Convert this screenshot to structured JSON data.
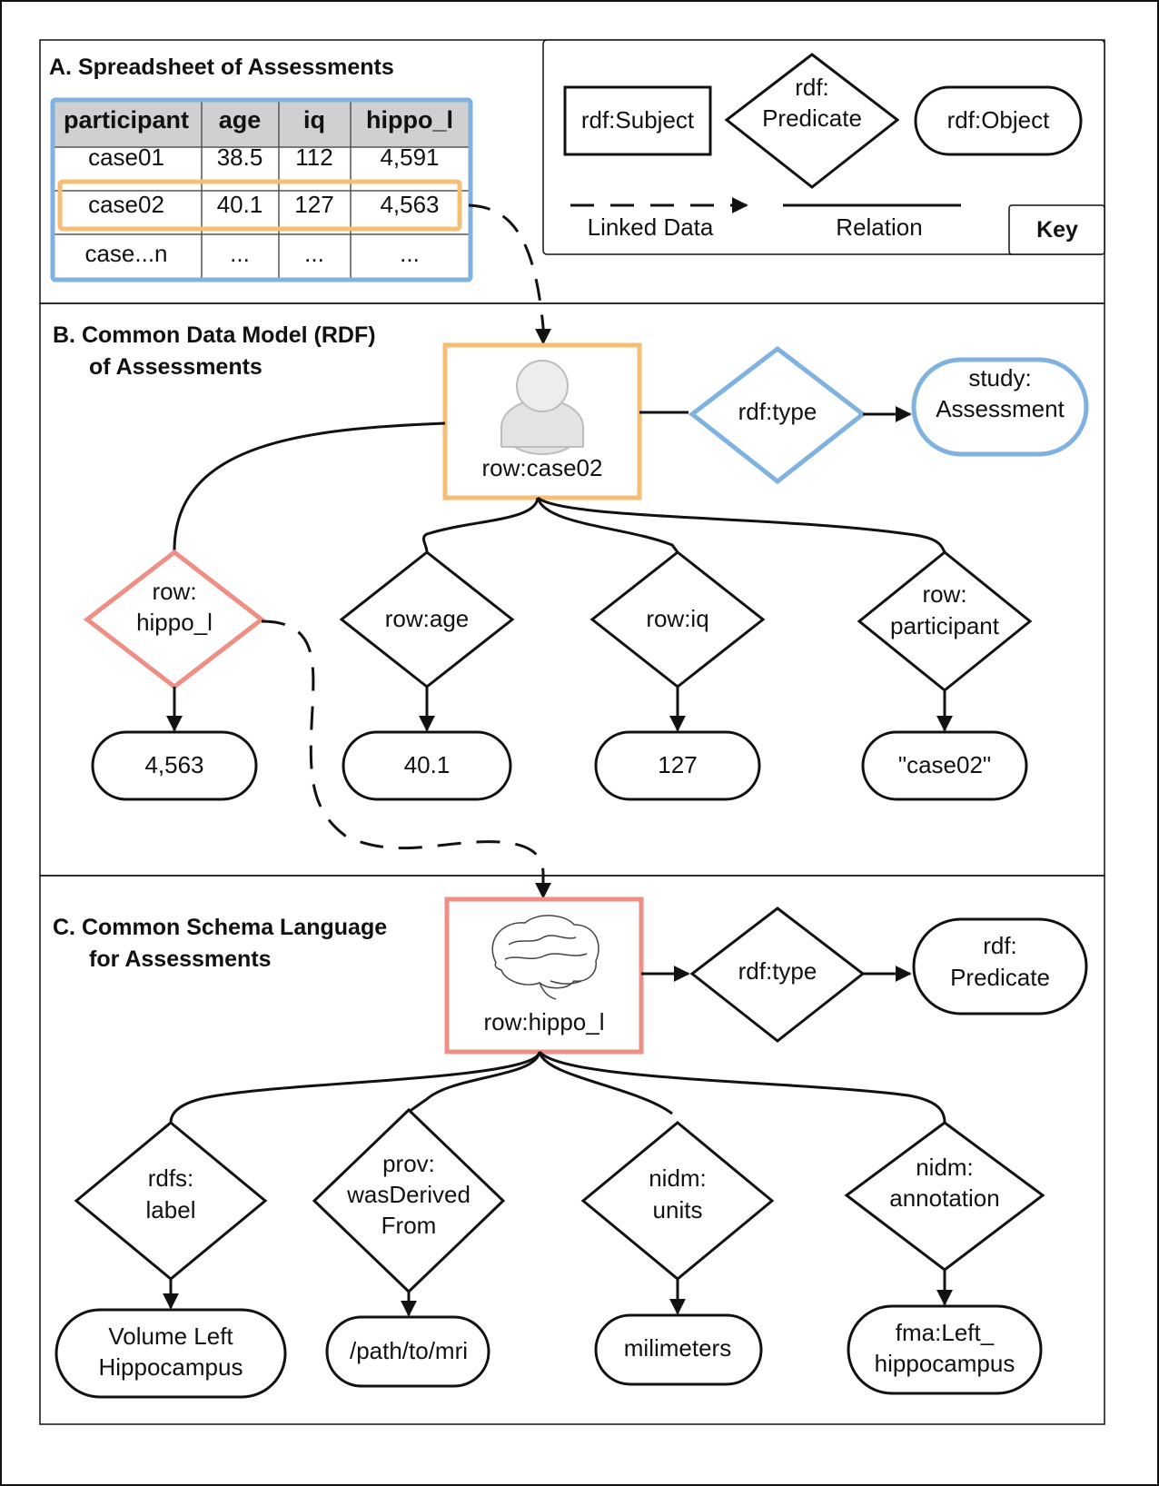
{
  "sections": {
    "a_title": "A. Spreadsheet of Assessments",
    "b_title_1": "B. Common Data Model (RDF)",
    "b_title_2": "of Assessments",
    "c_title_1": "C. Common Schema Language",
    "c_title_2": "for Assessments"
  },
  "table": {
    "headers": [
      "participant",
      "age",
      "iq",
      "hippo_l"
    ],
    "rows": [
      [
        "case01",
        "38.5",
        "112",
        "4,591"
      ],
      [
        "case02",
        "40.1",
        "127",
        "4,563"
      ],
      [
        "case...n",
        "...",
        "...",
        "..."
      ]
    ]
  },
  "key": {
    "subject": "rdf:Subject",
    "predicate_1": "rdf:",
    "predicate_2": "Predicate",
    "object": "rdf:Object",
    "linked_data": "Linked Data",
    "relation": "Relation",
    "title": "Key"
  },
  "model": {
    "subject": "row:case02",
    "type_pred": "rdf:type",
    "type_obj_1": "study:",
    "type_obj_2": "Assessment",
    "preds": [
      {
        "l1": "row:",
        "l2": "hippo_l",
        "value": "4,563"
      },
      {
        "l1": "row:age",
        "l2": "",
        "value": "40.1"
      },
      {
        "l1": "row:iq",
        "l2": "",
        "value": "127"
      },
      {
        "l1": "row:",
        "l2": "participant",
        "value": "\"case02\""
      }
    ]
  },
  "schema": {
    "subject": "row:hippo_l",
    "type_pred": "rdf:type",
    "type_obj_1": "rdf:",
    "type_obj_2": "Predicate",
    "preds": [
      {
        "lines": [
          "rdfs:",
          "label"
        ],
        "value": [
          "Volume Left",
          "Hippocampus"
        ]
      },
      {
        "lines": [
          "prov:",
          "wasDerived",
          "From"
        ],
        "value": [
          "/path/to/mri"
        ]
      },
      {
        "lines": [
          "nidm:",
          "units"
        ],
        "value": [
          "milimeters"
        ]
      },
      {
        "lines": [
          "nidm:",
          "annotation"
        ],
        "value": [
          "fma:Left_",
          "hippocampus"
        ]
      }
    ]
  },
  "colors": {
    "blue": "#7fb2e0",
    "orange": "#f5be73",
    "red": "#ef8e84",
    "line": "#111111"
  }
}
